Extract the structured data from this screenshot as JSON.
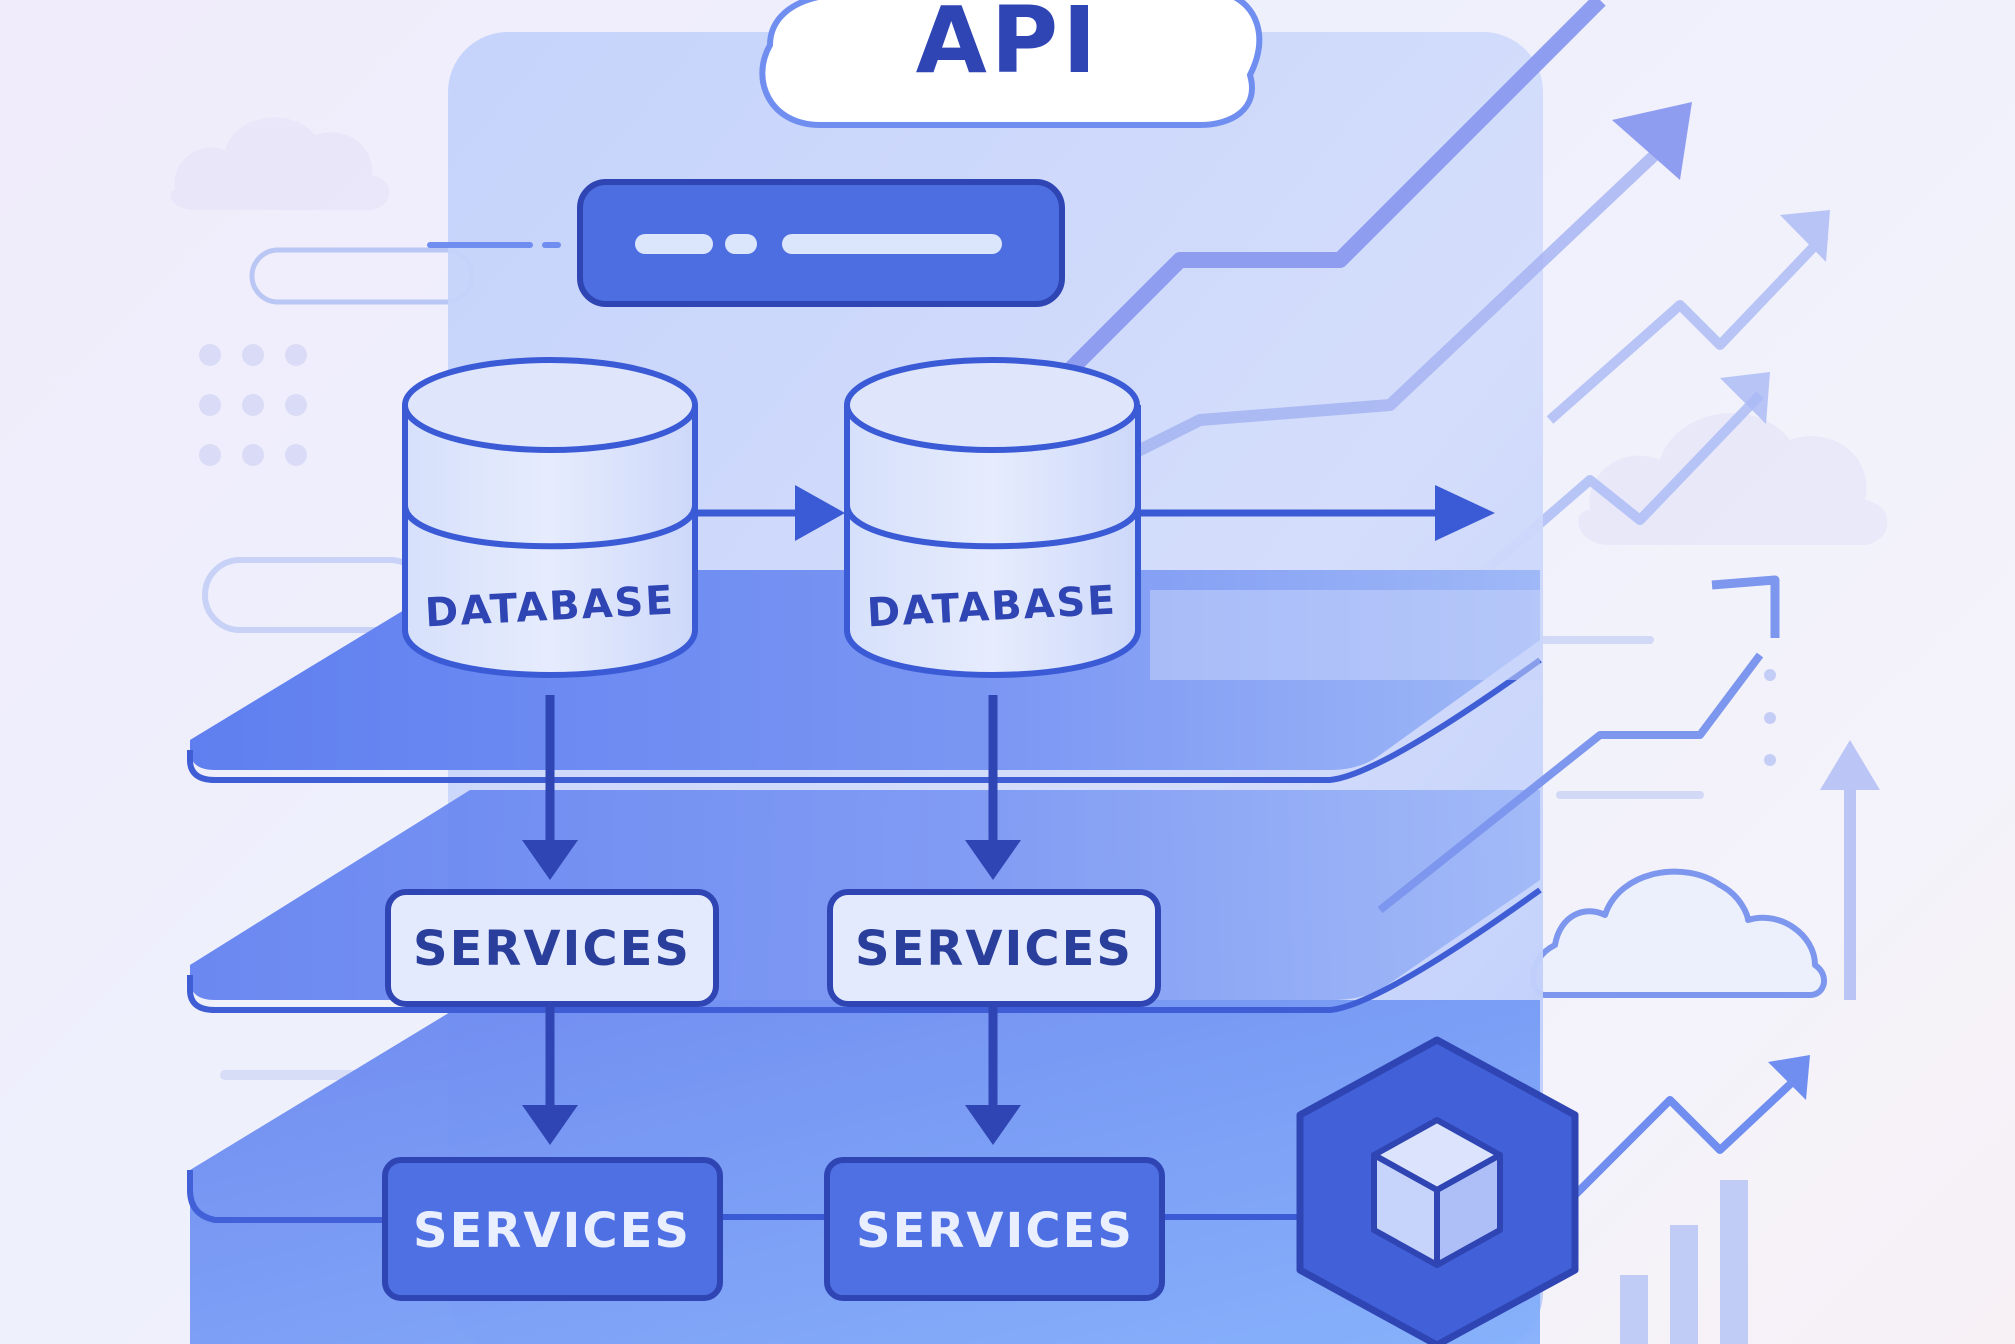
{
  "api": {
    "label": "API"
  },
  "databases": [
    {
      "label": "DATABASE"
    },
    {
      "label": "DATABASE"
    }
  ],
  "services_top": [
    {
      "label": "SERVICES"
    },
    {
      "label": "SERVICES"
    }
  ],
  "services_bottom": [
    {
      "label": "SERVICES"
    },
    {
      "label": "SERVICES"
    }
  ],
  "icons": {
    "module": "cube-hexagon-icon",
    "trend": "trend-arrow-icon",
    "cloud": "cloud-icon",
    "bars": "bar-chart-icon"
  },
  "colors": {
    "primary": "#3b5bd6",
    "dark": "#2f45b4",
    "fill_light": "#dde5fb",
    "panel": "#c9d6fb",
    "accent": "#6f8ef0"
  }
}
